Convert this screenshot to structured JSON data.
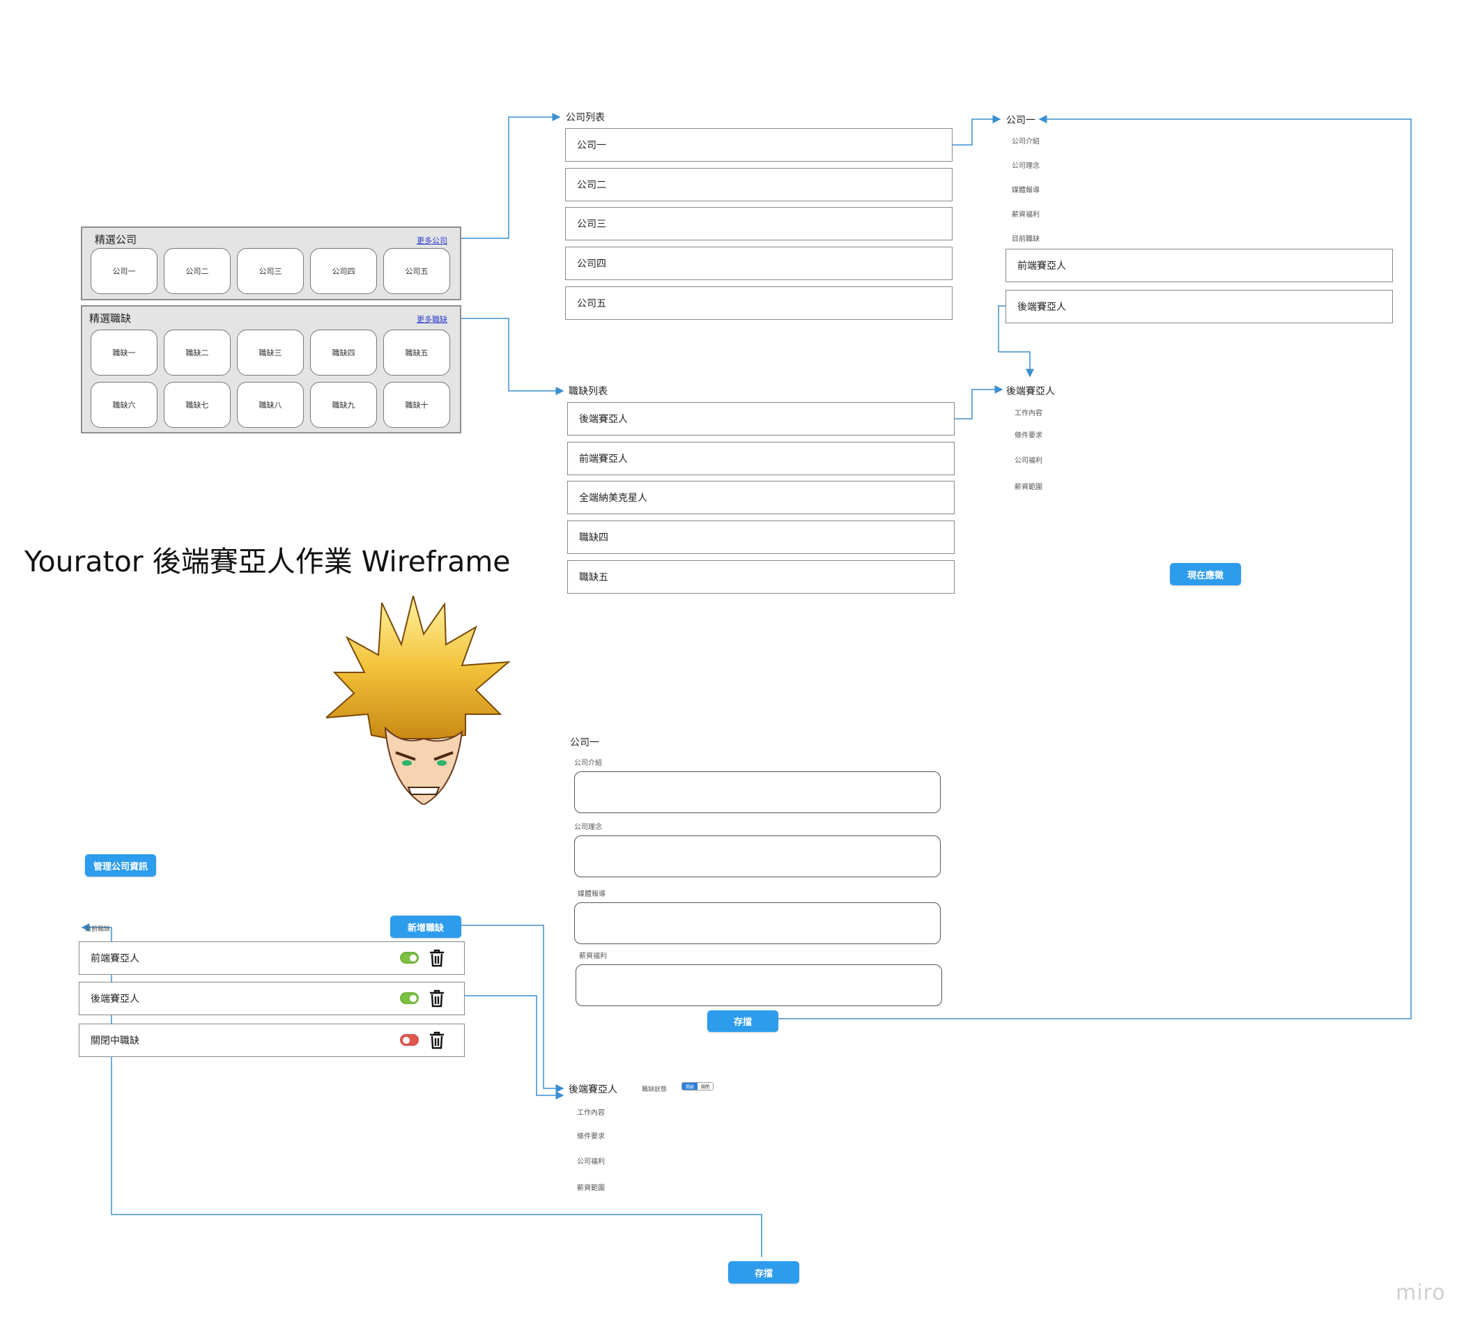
{
  "title": "Yourator 後端賽亞人作業 Wireframe",
  "home": {
    "featured_companies": {
      "title": "精選公司",
      "more_link": "更多公司",
      "tiles": [
        "公司一",
        "公司二",
        "公司三",
        "公司四",
        "公司五"
      ]
    },
    "featured_jobs": {
      "title": "精選職缺",
      "more_link": "更多職缺",
      "tiles": [
        "職缺一",
        "職缺二",
        "職缺三",
        "職缺四",
        "職缺五",
        "職缺六",
        "職缺七",
        "職缺八",
        "職缺九",
        "職缺十"
      ]
    }
  },
  "company_list": {
    "title": "公司列表",
    "items": [
      "公司一",
      "公司二",
      "公司三",
      "公司四",
      "公司五"
    ]
  },
  "job_list": {
    "title": "職缺列表",
    "items": [
      "後端賽亞人",
      "前端賽亞人",
      "全端納美克星人",
      "職缺四",
      "職缺五"
    ]
  },
  "company_detail": {
    "title": "公司一",
    "items": [
      "公司介紹",
      "公司理念",
      "媒體報導",
      "薪資福利",
      "目前職缺"
    ],
    "jobs": [
      "前端賽亞人",
      "後端賽亞人"
    ]
  },
  "job_detail": {
    "title": "後端賽亞人",
    "items": [
      "工作內容",
      "條件要求",
      "公司福利",
      "薪資範圍"
    ],
    "apply_button": "現在應徵"
  },
  "company_form": {
    "title": "公司一",
    "fields": [
      "公司介紹",
      "公司理念",
      "媒體報導",
      "薪資福利"
    ],
    "save_button": "存擋"
  },
  "manage": {
    "manage_button": "管理公司資訊",
    "add_button": "新增職缺",
    "current_label": "目前職缺",
    "rows": [
      {
        "name": "前端賽亞人",
        "status": "on"
      },
      {
        "name": "後端賽亞人",
        "status": "on"
      },
      {
        "name": "關閉中職缺",
        "status": "off"
      }
    ]
  },
  "job_edit": {
    "title": "後端賽亞人",
    "status_label": "職缺狀態",
    "status_options": [
      "開啟",
      "關閉"
    ],
    "items": [
      "工作內容",
      "條件要求",
      "公司福利",
      "薪資範圍"
    ],
    "save_button": "存擋"
  },
  "brand": "miro",
  "colors": {
    "accent": "#2d9cec",
    "connector": "#3a8fd0",
    "toggle_on": "#7dc044",
    "toggle_off": "#e0564f"
  },
  "icons": [
    "trash-icon",
    "goku-illustration"
  ]
}
